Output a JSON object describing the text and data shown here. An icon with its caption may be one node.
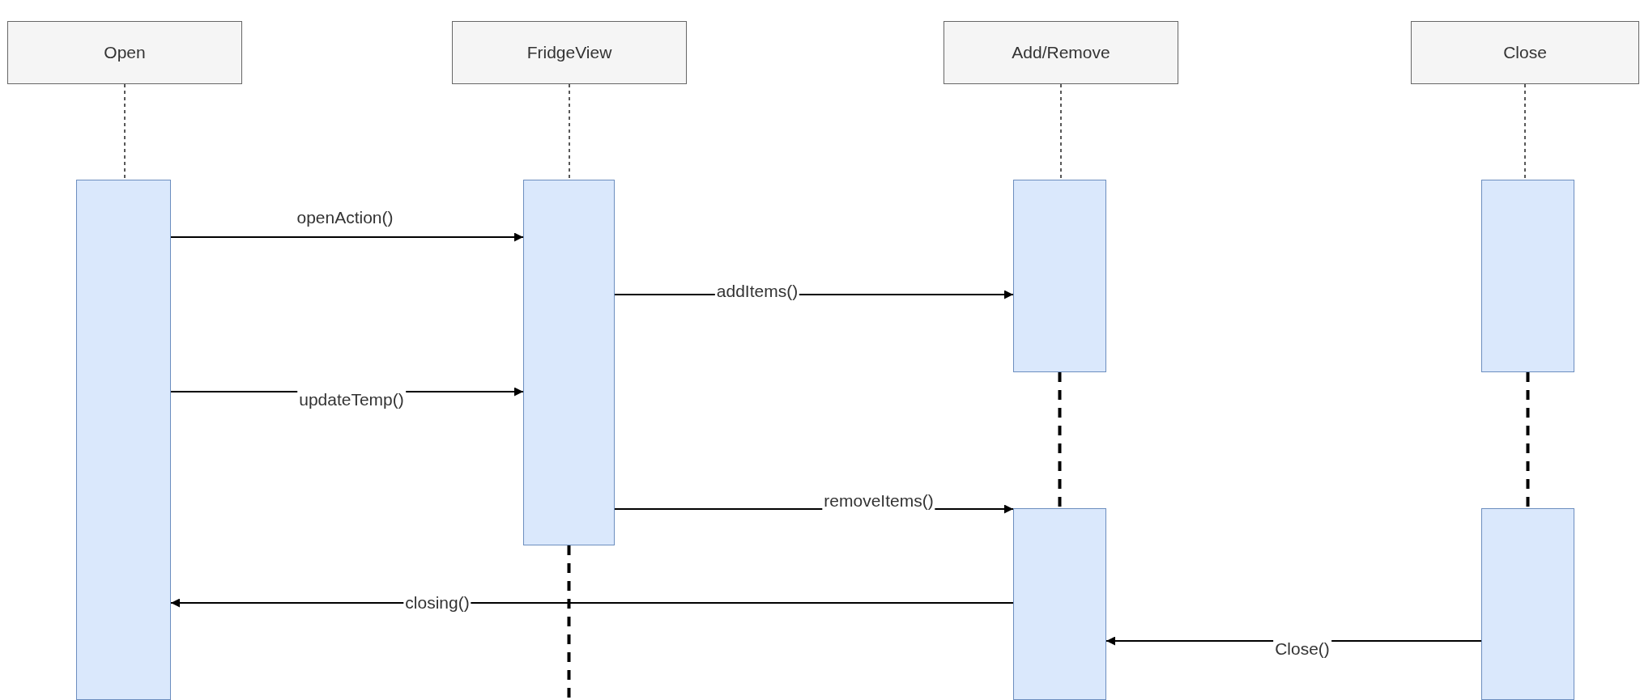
{
  "diagram": {
    "nodes": [
      {
        "text": [
          "Open"
        ]
      },
      {
        "text": [
          "FridgeView"
        ]
      },
      {
        "text": [
          "Add/Remove"
        ]
      },
      {
        "text": [
          "Close"
        ]
      },
      {
        "text": [],
        "shape": "bar"
      },
      {
        "text": [],
        "shape": "bar"
      },
      {
        "text": [],
        "shape": "bar"
      },
      {
        "text": [],
        "shape": "bar"
      },
      {
        "text": [],
        "shape": "bar"
      },
      {
        "text": [],
        "shape": "bar"
      }
    ],
    "edges": [
      {
        "from": 0,
        "to": 4,
        "arrow": "none",
        "style": "dashed"
      },
      {
        "from": 1,
        "to": 5,
        "arrow": "none",
        "style": "dashed"
      },
      {
        "from": 2,
        "to": 6,
        "arrow": "none",
        "style": "dashed"
      },
      {
        "from": 3,
        "to": 8,
        "arrow": "none",
        "style": "dashed"
      },
      {
        "from": 4,
        "to": 5,
        "arrow": "to",
        "label": "openAction()"
      },
      {
        "from": 5,
        "to": 6,
        "arrow": "to",
        "label": "addItems()"
      },
      {
        "from": 4,
        "to": 5,
        "arrow": "to",
        "label": "updateTemp()"
      },
      {
        "from": 5,
        "to": 7,
        "arrow": "to",
        "label": "removeItems()"
      },
      {
        "from": 7,
        "to": 4,
        "arrow": "to",
        "label": "closing()"
      },
      {
        "from": 9,
        "to": 7,
        "arrow": "to",
        "label": "Close()"
      },
      {
        "from": 6,
        "to": 7,
        "arrow": "none",
        "style": "dashed"
      },
      {
        "from": 8,
        "to": 9,
        "arrow": "none",
        "style": "dashed"
      },
      {
        "from": 5,
        "to": null,
        "arrow": "none",
        "style": "dashed"
      }
    ]
  }
}
